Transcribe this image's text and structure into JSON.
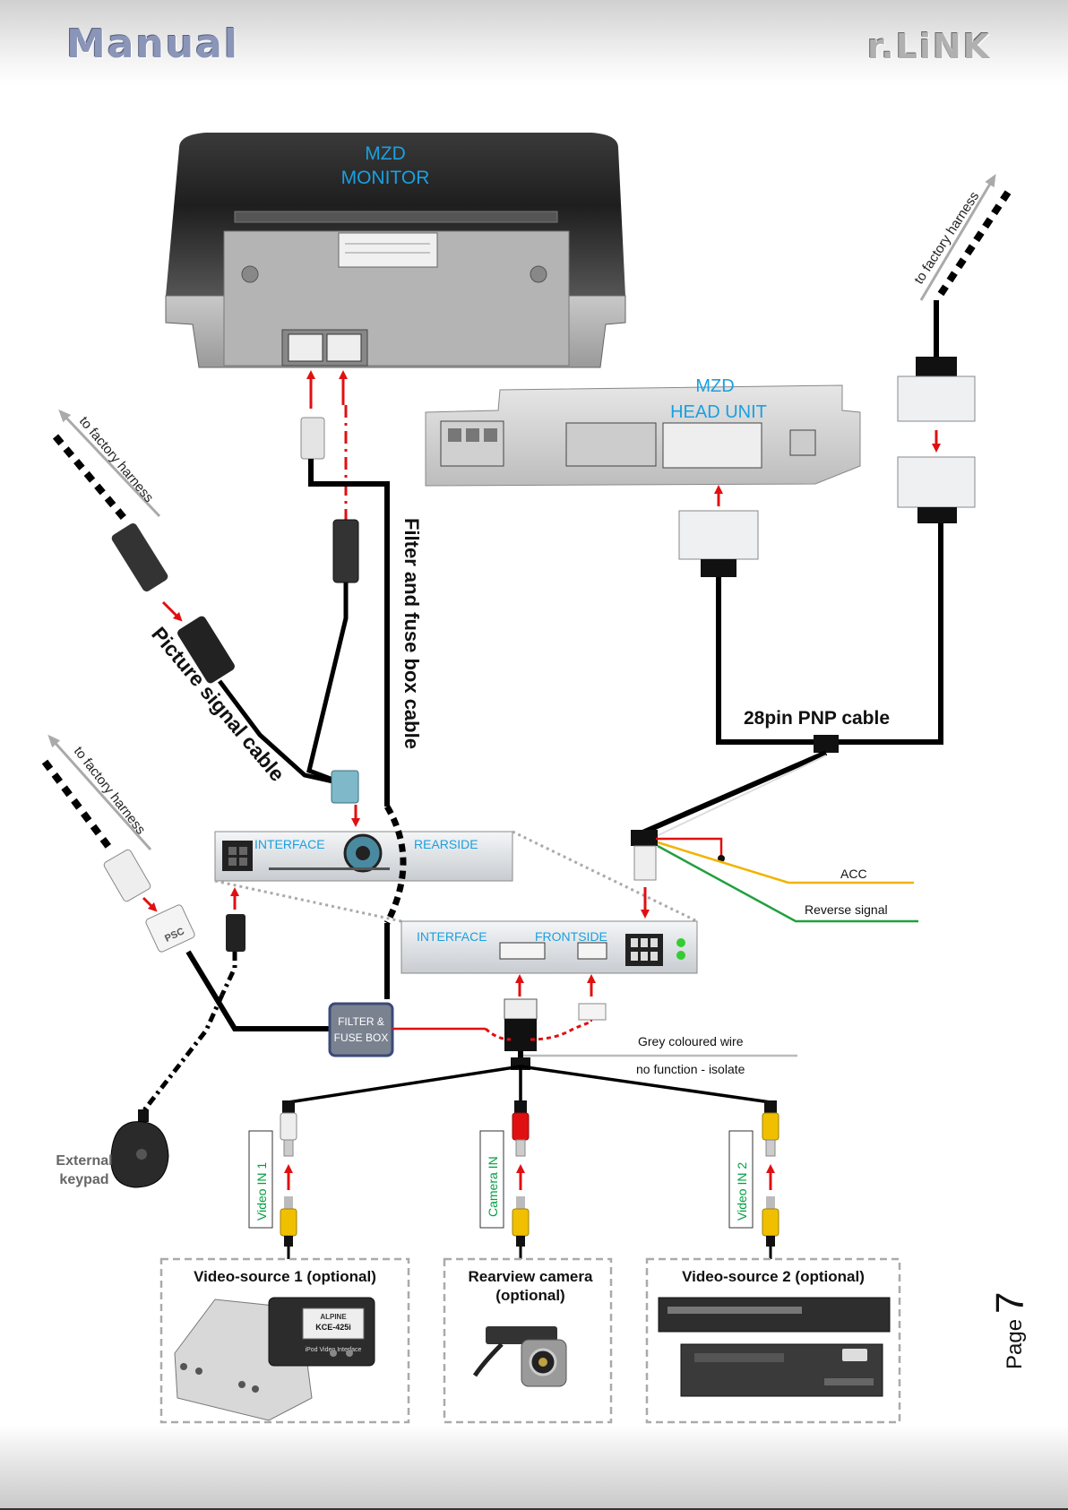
{
  "header": {
    "left_logo": "Manual",
    "right_logo": "r.LiNK"
  },
  "labels": {
    "monitor_line1": "MZD",
    "monitor_line2": "MONITOR",
    "head_unit_line1": "MZD",
    "head_unit_line2": "HEAD UNIT",
    "to_factory_harness": "to factory harness",
    "filter_cable": "Filter and fuse box cable",
    "picture_signal_cable": "Picture signal cable",
    "pnp_cable": "28pin PNP cable",
    "interface_rear_left": "INTERFACE",
    "interface_rear_right": "REARSIDE",
    "interface_front_left": "INTERFACE",
    "interface_front_right": "FRONTSIDE",
    "acc": "ACC",
    "reverse_signal": "Reverse signal",
    "filter_box_line1": "FILTER &",
    "filter_box_line2": "FUSE BOX",
    "grey_wire": "Grey coloured wire",
    "no_function": "no function - isolate",
    "external_line1": "External",
    "external_line2": "keypad",
    "video_in_1": "Video IN 1",
    "camera_in": "Camera IN",
    "video_in_2": "Video IN 2",
    "vs1_title": "Video-source 1 (optional)",
    "cam_title_line1": "Rearview camera",
    "cam_title_line2": "(optional)",
    "vs2_title": "Video-source 2 (optional)",
    "kce_line1": "ALPINE",
    "kce_line2": "KCE-425i",
    "kce_line3": "iPod Video Interface",
    "psc": "PSC"
  },
  "page": {
    "label": "Page",
    "number": "7"
  },
  "colors": {
    "accent_blue": "#1aa0e0",
    "arrow_red": "#e01010",
    "acc_wire": "#f0b400",
    "reverse_wire": "#20a040",
    "label_green": "#00a040"
  }
}
